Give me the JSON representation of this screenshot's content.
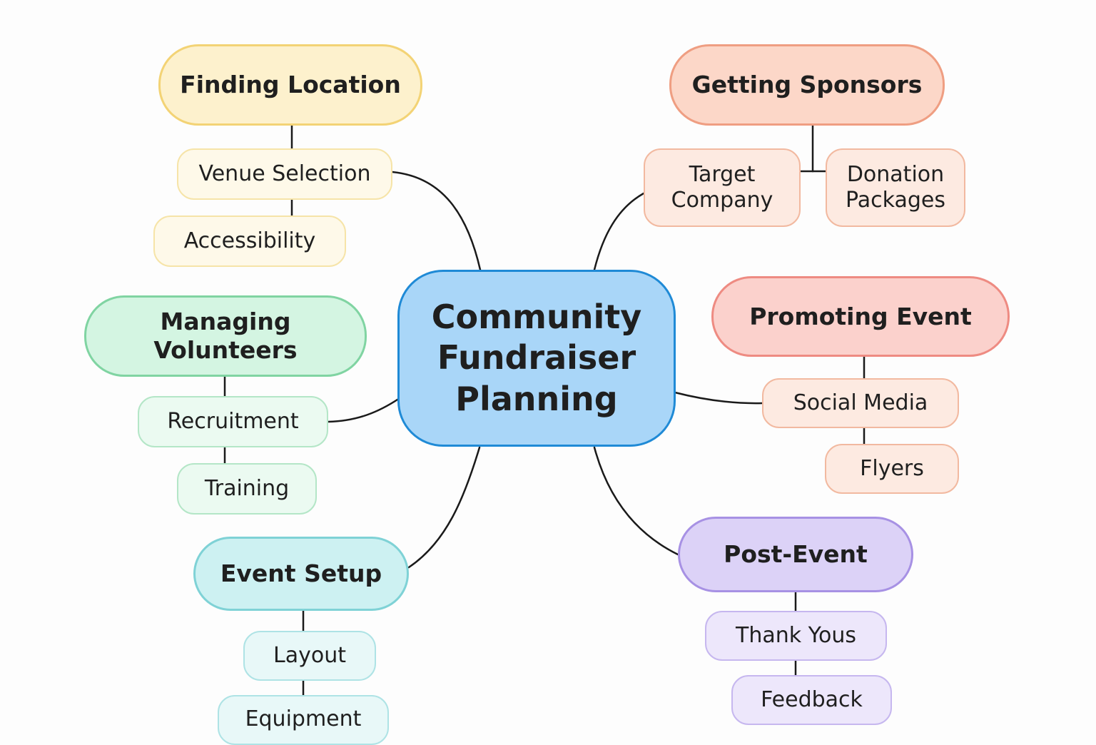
{
  "center": {
    "line1": "Community",
    "line2": "Fundraiser",
    "line3": "Planning"
  },
  "finding_location": {
    "title": "Finding Location",
    "items": [
      "Venue Selection",
      "Accessibility"
    ]
  },
  "getting_sponsors": {
    "title": "Getting Sponsors",
    "target_company": [
      "Target",
      "Company"
    ],
    "donation_packages": [
      "Donation",
      "Packages"
    ]
  },
  "managing_volunteers": {
    "title": "Managing Volunteers",
    "items": [
      "Recruitment",
      "Training"
    ]
  },
  "promoting_event": {
    "title": "Promoting Event",
    "items": [
      "Social Media",
      "Flyers"
    ]
  },
  "event_setup": {
    "title": "Event Setup",
    "items": [
      "Layout",
      "Equipment"
    ]
  },
  "post_event": {
    "title": "Post-Event",
    "items": [
      "Thank Yous",
      "Feedback"
    ]
  },
  "colors": {
    "center_fill": "#a9d6f8",
    "center_border": "#1f8ad6",
    "finding_location": "#fdf1cd",
    "getting_sponsors": "#fcd7c8",
    "managing_volunteers": "#d4f5e2",
    "promoting_event": "#fbd1cc",
    "event_setup": "#cdf1f2",
    "post_event": "#dcd2f7"
  }
}
